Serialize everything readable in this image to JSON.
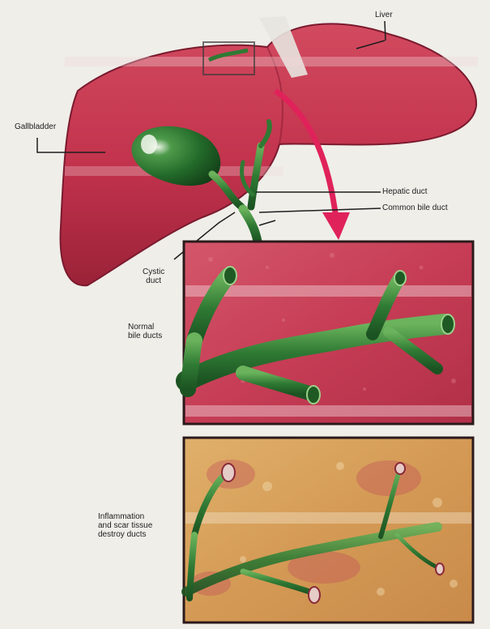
{
  "labels": {
    "liver": "Liver",
    "gallbladder": "Gallbladder",
    "hepatic_duct": "Hepatic duct",
    "common_bile_duct": "Common bile duct",
    "cystic_duct": "Cystic\nduct",
    "normal_bile_ducts": "Normal\nbile ducts",
    "inflammation": "Inflammation\nand scar tissue\ndestroy ducts"
  },
  "colors": {
    "liver": "#c2324c",
    "liver_dark": "#8e1f36",
    "bile_duct": "#2f7a34",
    "bile_duct_light": "#5aa34f",
    "panel_normal": "#c94a5a",
    "panel_inflamed": "#d8a05a",
    "arrow": "#e0225a"
  }
}
